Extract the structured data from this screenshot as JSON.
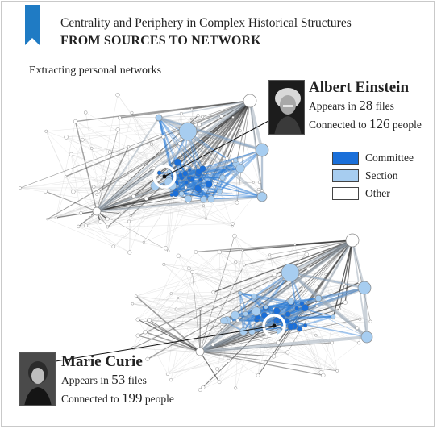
{
  "header": {
    "title": "Centrality and Periphery in Complex Historical Structures",
    "subtitle": "FROM SOURCES TO NETWORK",
    "accent_color": "#1f7bc4"
  },
  "section_label": "Extracting personal networks",
  "legend": {
    "items": [
      {
        "label": "Committee",
        "color": "#1a6fd9"
      },
      {
        "label": "Section",
        "color": "#a7cdf0"
      },
      {
        "label": "Other",
        "color": "#ffffff"
      }
    ]
  },
  "people": {
    "einstein": {
      "name": "Albert Einstein",
      "files_prefix": "Appears in ",
      "files_count": "28",
      "files_suffix": " files",
      "people_prefix": "Connected to ",
      "people_count": "126",
      "people_suffix": " people",
      "portrait_icon": "portrait-photo-icon"
    },
    "curie": {
      "name": "Marie Curie",
      "files_prefix": "Appears in ",
      "files_count": "53",
      "files_suffix": " files",
      "people_prefix": "Connected to ",
      "people_count": "199",
      "people_suffix": " people",
      "portrait_icon": "portrait-photo-icon"
    }
  },
  "colors": {
    "committee": "#1a6fd9",
    "section": "#a7cdf0",
    "other": "#ffffff",
    "edge_dark": "#333333",
    "edge_blue": "#2e7fd6",
    "highlight_ring": "#ffffff"
  }
}
